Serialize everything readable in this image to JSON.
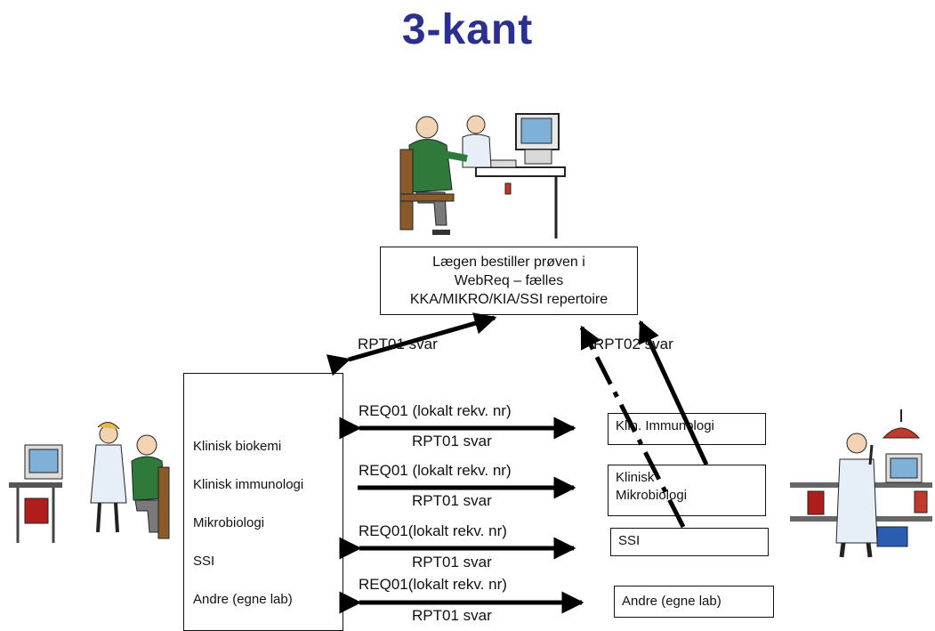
{
  "title": "3-kant",
  "doctor_box": {
    "lines": [
      "Lægen bestiller prøven i",
      "WebReq – fælles",
      "KKA/MIKRO/KIA/SSI repertoire"
    ]
  },
  "left_box": {
    "items": [
      "Klinisk biokemi",
      "Klinisk immunologi",
      "Mikrobiologi",
      "SSI",
      "Andre (egne lab)"
    ]
  },
  "right_boxes": {
    "klin_immunologi": "Klin. Immunologi",
    "mikrobiologi": [
      "Klinisk",
      "Mikrobiologi"
    ],
    "ssi": "SSI",
    "andre": "Andre (egne lab)"
  },
  "top_labels": {
    "rpt01_svar": "RPT01 svar",
    "rpt02_svar": "RPT02 svar"
  },
  "message_rows": [
    {
      "req": "REQ01 (lokalt  rekv. nr)",
      "rpt": "RPT01 svar"
    },
    {
      "req": "REQ01 (lokalt  rekv. nr)",
      "rpt": "RPT01 svar"
    },
    {
      "req": "REQ01(lokalt  rekv. nr)",
      "rpt": "RPT01 svar"
    },
    {
      "req": "REQ01(lokalt  rekv. nr)",
      "rpt": "RPT01 svar"
    }
  ]
}
